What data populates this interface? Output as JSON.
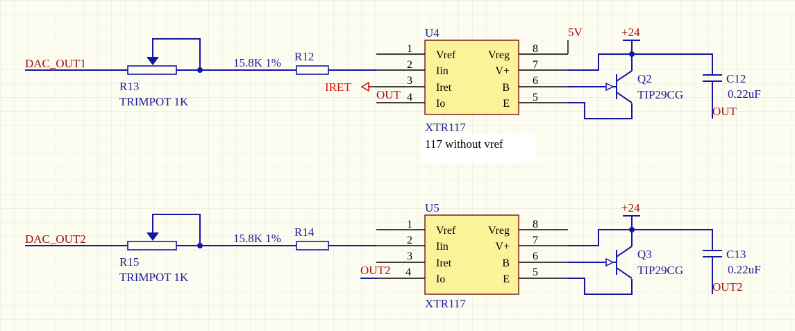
{
  "colors": {
    "wire": "#1414a8",
    "net_label": "#a01010",
    "port": "#e01010",
    "ic_body": "#fbf39a",
    "background": "#fcfcf0"
  },
  "channel1": {
    "input_net": "DAC_OUT1",
    "trimpot": {
      "ref": "R13",
      "value": "TRIMPOT 1K"
    },
    "resistor": {
      "ref": "R12",
      "value": "15.8K  1%"
    },
    "ic": {
      "ref": "U4",
      "part": "XTR117",
      "note": "117 without vref",
      "supply": "5V",
      "pins": [
        {
          "num": "1",
          "name": "Vref"
        },
        {
          "num": "2",
          "name": "Iin"
        },
        {
          "num": "3",
          "name": "Iret"
        },
        {
          "num": "4",
          "name": "Io"
        },
        {
          "num": "8",
          "name": "Vreg"
        },
        {
          "num": "7",
          "name": "V+"
        },
        {
          "num": "6",
          "name": "B"
        },
        {
          "num": "5",
          "name": "E"
        }
      ]
    },
    "port": "IRET",
    "io_net": "OUT",
    "transistor": {
      "ref": "Q2",
      "part": "TIP29CG"
    },
    "power": "+24",
    "capacitor": {
      "ref": "C12",
      "value": "0.22uF"
    },
    "output_net": "OUT"
  },
  "channel2": {
    "input_net": "DAC_OUT2",
    "trimpot": {
      "ref": "R15",
      "value": "TRIMPOT 1K"
    },
    "resistor": {
      "ref": "R14",
      "value": "15.8K  1%"
    },
    "ic": {
      "ref": "U5",
      "part": "XTR117",
      "pins": [
        {
          "num": "1",
          "name": "Vref"
        },
        {
          "num": "2",
          "name": "Iin"
        },
        {
          "num": "3",
          "name": "Iret"
        },
        {
          "num": "4",
          "name": "Io"
        },
        {
          "num": "8",
          "name": "Vreg"
        },
        {
          "num": "7",
          "name": "V+"
        },
        {
          "num": "6",
          "name": "B"
        },
        {
          "num": "5",
          "name": "E"
        }
      ]
    },
    "io_net": "OUT2",
    "transistor": {
      "ref": "Q3",
      "part": "TIP29CG"
    },
    "power": "+24",
    "capacitor": {
      "ref": "C13",
      "value": "0.22uF"
    },
    "output_net": "OUT2"
  }
}
